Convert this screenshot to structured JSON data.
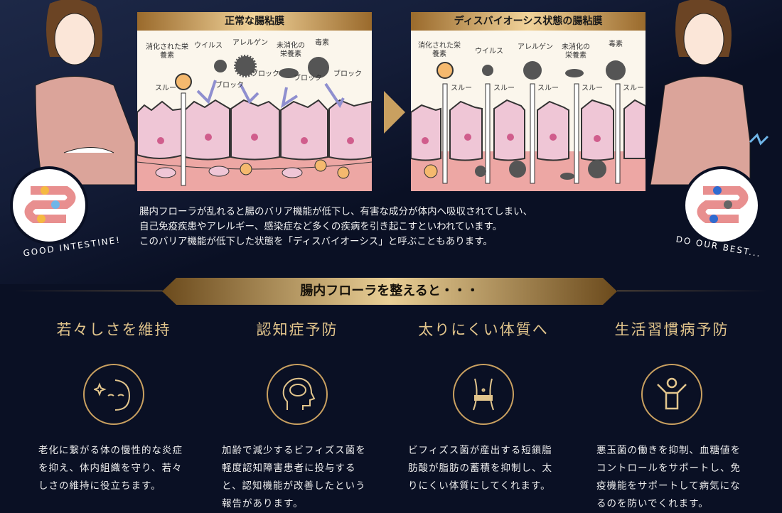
{
  "normal_panel": {
    "title": "正常な腸粘膜",
    "labels": {
      "nutrient": "消化された栄養素",
      "virus": "ウイルス",
      "allergen": "アレルゲン",
      "undigested": "未消化の栄養素",
      "toxin": "毒素",
      "through": "スルー",
      "block": "ブロック"
    }
  },
  "dysbiosis_panel": {
    "title": "ディスバイオーシス状態の腸粘膜",
    "labels": {
      "nutrient": "消化された栄養素",
      "virus": "ウイルス",
      "allergen": "アレルゲン",
      "undigested": "未消化の栄養素",
      "toxin": "毒素",
      "through": "スルー"
    }
  },
  "left_badge": "GOOD INTESTINE!",
  "right_badge": "DO OUR BEST...",
  "description": [
    "腸内フローラが乱れると腸のバリア機能が低下し、有害な成分が体内へ吸収されてしまい、",
    "自己免疫疾患やアレルギー、感染症など多くの疾病を引き起こすといわれています。",
    "このバリア機能が低下した状態を「ディスバイオーシス」と呼ぶこともあります。"
  ],
  "banner": "腸内フローラを整えると・・・",
  "benefits": [
    {
      "title": "若々しさを維持",
      "icon": "face-sparkle-icon",
      "text": "老化に繋がる体の慢性的な炎症を抑え、体内組織を守り、若々しさの維持に役立ちます。"
    },
    {
      "title": "認知症予防",
      "icon": "brain-head-icon",
      "text": "加齢で減少するビフィズス菌を軽度認知障害患者に投与すると、認知機能が改善したという報告があります。"
    },
    {
      "title": "太りにくい体質へ",
      "icon": "waist-icon",
      "text": "ビフィズス菌が産出する短鎖脂肪酸が脂肪の蓄積を抑制し、太りにくい体質にしてくれます。"
    },
    {
      "title": "生活習慣病予防",
      "icon": "person-cheer-icon",
      "text": "悪玉菌の働きを抑制、血糖値をコントロールをサポートし、免疫機能をサポートして病気になるのを防いでくれます。"
    }
  ],
  "colors": {
    "bg": "#0a1024",
    "gold": "#c9a060",
    "cell": "#efc6d6"
  }
}
